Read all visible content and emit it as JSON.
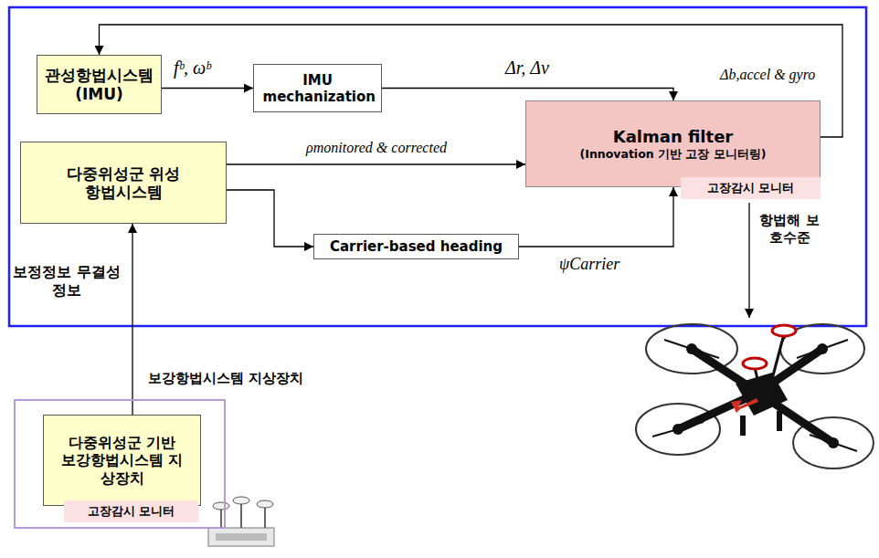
{
  "diagram": {
    "nodes": [
      {
        "text": [
          "관성항법시스템 (IMU)"
        ]
      },
      {
        "text": [
          "IMU mechanization"
        ]
      },
      {
        "text": [
          "Kalman filter",
          "(Innovation 기반 고장 모니터링)"
        ]
      },
      {
        "text": [
          "고장감시 모니터"
        ]
      },
      {
        "text": [
          "다중위성군 위성항법시스템"
        ]
      },
      {
        "text": [
          "Carrier-based heading"
        ]
      },
      {
        "text": [
          "보강항법시스템 지상장치"
        ]
      },
      {
        "text": [
          "다중위성군 기반 보강항법시스템 지상장치"
        ],
        "in": 6
      },
      {
        "text": [
          "고장감시 모니터"
        ],
        "in": 6
      }
    ],
    "edges": [
      {
        "from": 0,
        "to": 1,
        "label": "fᵇ, ωᵇ",
        "arrow": "to"
      },
      {
        "from": 1,
        "to": 2,
        "label": "Δr, Δv",
        "arrow": "to"
      },
      {
        "from": 4,
        "to": 2,
        "label": "ρmonitored & corrected",
        "arrow": "to"
      },
      {
        "from": 4,
        "to": 5,
        "arrow": "to"
      },
      {
        "from": 5,
        "to": 2,
        "label": "ψCarrier",
        "arrow": "to"
      },
      {
        "from": 2,
        "to": 0,
        "label": "Δb,accel & gyro",
        "arrow": "to"
      },
      {
        "from": 7,
        "to": 4,
        "label": "보정정보 무결성정보",
        "arrow": "to"
      }
    ],
    "labels": [
      "항법해 보호수준"
    ]
  }
}
